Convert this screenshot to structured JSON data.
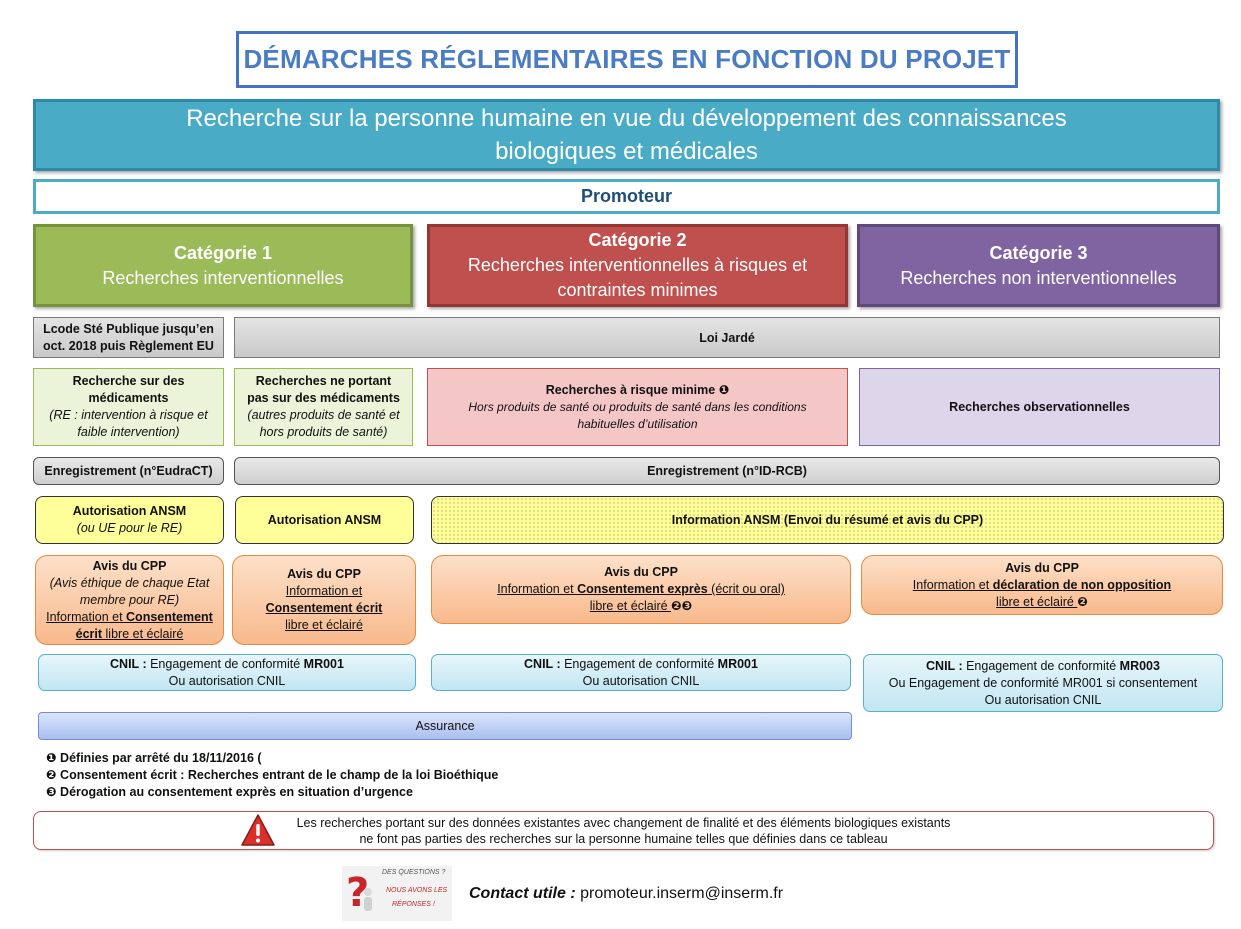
{
  "title": "DÉMARCHES RÉGLEMENTAIRES EN FONCTION DU PROJET",
  "banner": {
    "line1": "Recherche sur la personne humaine en vue du développement des connaissances",
    "line2": "biologiques et médicales"
  },
  "promoteur": "Promoteur",
  "categories": [
    {
      "name": "Catégorie 1",
      "sub1": "Recherches interventionnelles",
      "sub2": ""
    },
    {
      "name": "Catégorie 2",
      "sub1": "Recherches interventionnelles à risques et",
      "sub2": "contraintes minimes"
    },
    {
      "name": "Catégorie 3",
      "sub1": "Recherches non interventionnelles",
      "sub2": ""
    }
  ],
  "law": {
    "left_l1": "Lcode Sté Publique jusqu’en",
    "left_l2": "oct. 2018 puis Règlement EU",
    "right": "Loi Jardé"
  },
  "research": {
    "med_title1": "Recherche sur des",
    "med_title2": "médicaments",
    "med_sub1": "(RE : intervention à risque et",
    "med_sub2": "faible intervention)",
    "nonmed_title1": "Recherches ne portant",
    "nonmed_title2": "pas sur des médicaments",
    "nonmed_sub1": "(autres produits de santé et",
    "nonmed_sub2": "hors produits de santé)",
    "risk_title": "Recherches à risque minime ❶",
    "risk_sub1": "Hors produits de santé ou produits de santé dans les conditions",
    "risk_sub2": "habituelles d’utilisation",
    "obs": "Recherches observationnelles"
  },
  "registration": {
    "left": "Enregistrement (n°EudraCT)",
    "right": "Enregistrement  (n°ID-RCB)"
  },
  "ansm": {
    "a1_l1": "Autorisation ANSM",
    "a1_l2": "(ou UE pour le RE)",
    "a2": "Autorisation ANSM",
    "a3": "Information ANSM (Envoi du résumé et avis du CPP)"
  },
  "cpp": {
    "c1_l1": "Avis du CPP",
    "c1_l2": "(Avis éthique de chaque Etat",
    "c1_l3": "membre pour RE)",
    "c1_l4a": "Information et ",
    "c1_l4b": "Consentement",
    "c1_l5a": "écrit",
    "c1_l5b": " libre et éclairé",
    "c2_l1": "Avis du CPP",
    "c2_l2": "Information et",
    "c2_l3": "Consentement écrit",
    "c2_l4": "libre et éclairé",
    "c3_l1": "Avis du CPP",
    "c3_l2a": "Information et ",
    "c3_l2b": "Consentement exprès",
    "c3_l2c": " (écrit ou oral)",
    "c3_l3": "libre et éclairé ",
    "c3_l3b": "❷❸",
    "c4_l1": "Avis du CPP",
    "c4_l2a": "Information et ",
    "c4_l2b": "déclaration de non opposition",
    "c4_l3": " libre et éclairé ",
    "c4_l3b": "❷"
  },
  "cnil": {
    "n1_a": "CNIL :",
    "n1_b": " Engagement de conformité ",
    "n1_c": "MR001",
    "n1_l2": "Ou autorisation CNIL",
    "n2_a": "CNIL :",
    "n2_b": " Engagement de conformité ",
    "n2_c": "MR001",
    "n2_l2": "Ou  autorisation CNIL",
    "n3_a": "CNIL :",
    "n3_b": " Engagement de conformité ",
    "n3_c": "MR003",
    "n3_l2": "Ou Engagement de conformité MR001 si consentement",
    "n3_l3": "Ou autorisation CNIL"
  },
  "assurance": "Assurance",
  "notes": [
    "❶ Définies par  arrêté du 18/11/2016 (",
    "❷ Consentement écrit : Recherches entrant de le champ de la loi Bioéthique",
    "❸ Dérogation au consentement exprès en situation d’urgence"
  ],
  "warning": {
    "line1": "Les recherches portant sur des données existantes avec changement de finalité et des éléments biologiques existants",
    "line2": "ne font pas parties des recherches sur la personne humaine telles que définies dans ce tableau"
  },
  "contact": {
    "label": "Contact utile :",
    "email": " promoteur.inserm@inserm.fr"
  },
  "logo_text": {
    "l1": "DES QUESTIONS ?",
    "l2": "NOUS AVONS LES",
    "l3": "RÉPONSES !"
  },
  "colors": {
    "title": "#4a7cc4",
    "banner": "#4aabc6",
    "cat1": "#9bbb59",
    "cat2": "#c0504d",
    "cat3": "#8064a2",
    "warning_icon": "#d9302a"
  }
}
